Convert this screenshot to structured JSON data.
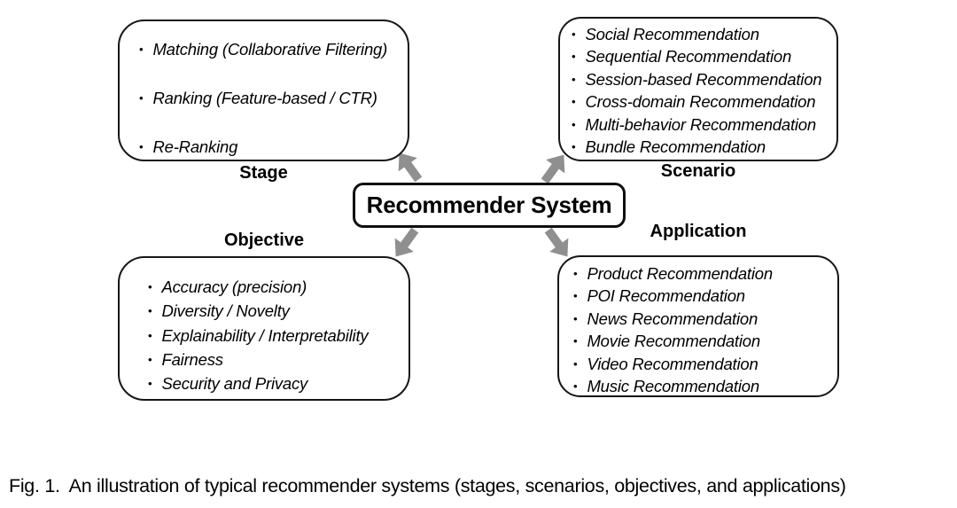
{
  "icons": {
    "bullet": "•"
  },
  "colors": {
    "arrow": "#8f8f8f",
    "box_border": "#161616",
    "center_border": "#0f0f0f",
    "background": "#ffffff",
    "text": "#000000"
  },
  "diagram": {
    "center": {
      "label": "Recommender System"
    },
    "stage": {
      "label": "Stage",
      "items": [
        "Matching (Collaborative Filtering)",
        "Ranking (Feature-based / CTR)",
        "Re-Ranking"
      ]
    },
    "scenario": {
      "label": "Scenario",
      "items": [
        "Social Recommendation",
        "Sequential Recommendation",
        "Session-based Recommendation",
        "Cross-domain Recommendation",
        "Multi-behavior Recommendation",
        "Bundle Recommendation"
      ]
    },
    "objective": {
      "label": "Objective",
      "items": [
        "Accuracy (precision)",
        "Diversity / Novelty",
        "Explainability / Interpretability",
        "Fairness",
        "Security and Privacy"
      ]
    },
    "application": {
      "label": "Application",
      "items": [
        "Product Recommendation",
        "POI Recommendation",
        "News Recommendation",
        "Movie Recommendation",
        "Video Recommendation",
        "Music Recommendation"
      ]
    }
  },
  "caption": {
    "fig_label": "Fig. 1.",
    "text": "An illustration of typical recommender systems (stages, scenarios, objectives, and applications)"
  }
}
